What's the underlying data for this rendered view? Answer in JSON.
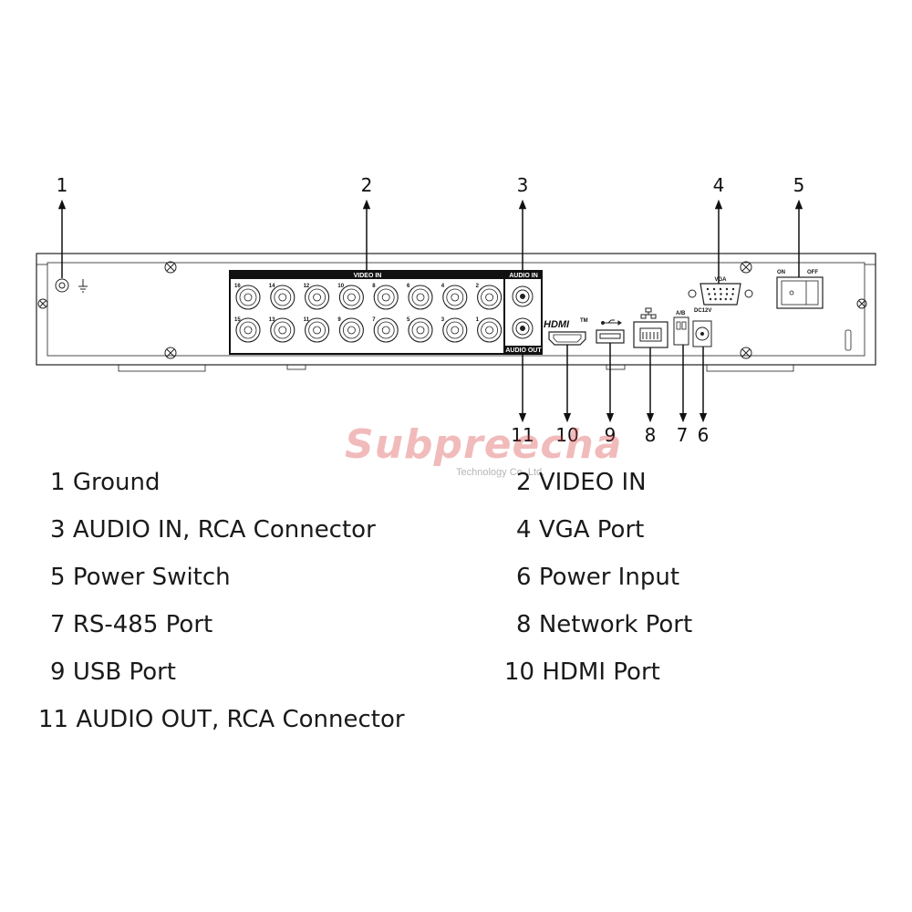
{
  "callouts": {
    "top": [
      "1",
      "2",
      "3",
      "4",
      "5"
    ],
    "bottom": [
      "11",
      "10",
      "9",
      "8",
      "7",
      "6"
    ]
  },
  "panel": {
    "video_in": "VIDEO IN",
    "audio_in": "AUDIO IN",
    "audio_out": "AUDIO OUT",
    "vga": "VGA",
    "switch_on": "ON",
    "switch_off": "OFF",
    "rs485": "A/B",
    "power": "DC12V",
    "hdmi": "HDMI",
    "hdmi_tm": "TM",
    "channels_top": [
      "16",
      "14",
      "12",
      "10",
      "8",
      "6",
      "4",
      "2"
    ],
    "channels_bottom": [
      "15",
      "13",
      "11",
      "9",
      "7",
      "5",
      "3",
      "1"
    ]
  },
  "legend": [
    {
      "number": "1",
      "label": "Ground"
    },
    {
      "number": "2",
      "label": "VIDEO IN"
    },
    {
      "number": "3",
      "label": "AUDIO IN, RCA Connector"
    },
    {
      "number": "4",
      "label": "VGA Port"
    },
    {
      "number": "5",
      "label": "Power Switch"
    },
    {
      "number": "6",
      "label": "Power Input"
    },
    {
      "number": "7",
      "label": "RS-485 Port"
    },
    {
      "number": "8",
      "label": "Network Port"
    },
    {
      "number": "9",
      "label": "USB Port"
    },
    {
      "number": "10",
      "label": "HDMI Port"
    },
    {
      "number": "11",
      "label": "AUDIO OUT, RCA Connector"
    }
  ],
  "watermark": {
    "main": "Subpreecha",
    "sub": "Technology Co.,Ltd."
  }
}
